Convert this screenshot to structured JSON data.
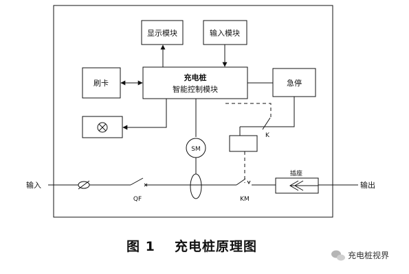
{
  "diagram": {
    "modules": {
      "display": "显示模块",
      "input": "输入模块",
      "controller_line1": "充电桩",
      "controller_line2": "智能控制模块",
      "card": "刷卡",
      "estop": "急停",
      "socket": "插座"
    },
    "labels": {
      "input_line": "输入",
      "output_line": "输出",
      "qf": "QF",
      "km": "KM",
      "k": "K",
      "sm": "SM"
    }
  },
  "caption": {
    "figure_no": "图 1",
    "title": "充电桩原理图"
  },
  "watermark": {
    "text": "充电桩视界",
    "icon": "wechat-icon"
  }
}
